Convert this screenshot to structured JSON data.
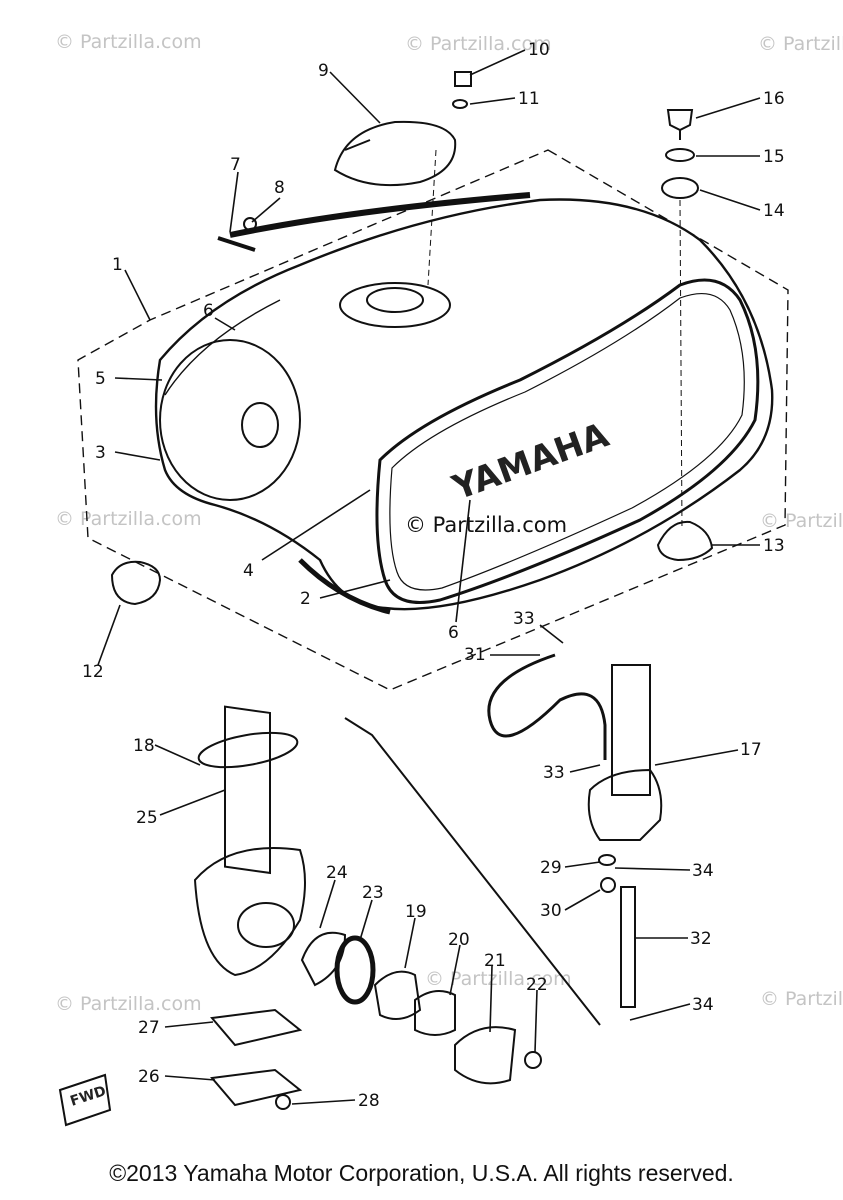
{
  "watermark": "© Partzilla.com",
  "watermark_center": "© Partzilla.com",
  "brand": "YAMAHA",
  "fwd": "FWD",
  "copyright": "©2013 Yamaha Motor Corporation, U.S.A. All rights reserved.",
  "callouts": [
    "1",
    "2",
    "3",
    "4",
    "5",
    "6",
    "6",
    "7",
    "8",
    "9",
    "10",
    "11",
    "12",
    "13",
    "14",
    "15",
    "16",
    "17",
    "18",
    "19",
    "20",
    "21",
    "22",
    "23",
    "24",
    "25",
    "26",
    "27",
    "28",
    "29",
    "30",
    "31",
    "32",
    "33",
    "33",
    "34",
    "34"
  ]
}
